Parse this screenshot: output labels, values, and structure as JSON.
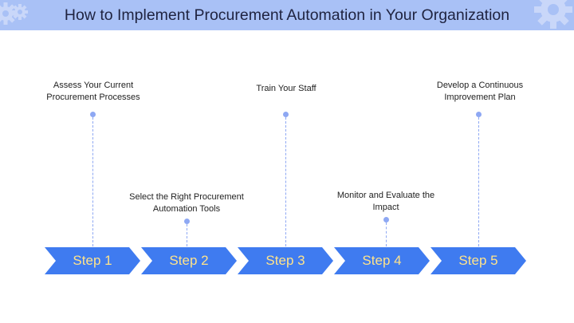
{
  "title": "How to Implement Procurement Automation in Your Organization",
  "steps": [
    {
      "label": "Step 1",
      "description": "Assess Your Current Procurement Processes",
      "lines": [
        "Assess Your Current",
        "Procurement Processes"
      ]
    },
    {
      "label": "Step 2",
      "description": "Select the Right Procurement Automation Tools",
      "lines": [
        "Select the Right Procurement",
        "Automation Tools"
      ]
    },
    {
      "label": "Step 3",
      "description": "Train Your Staff",
      "lines": [
        "Train Your Staff"
      ]
    },
    {
      "label": "Step 4",
      "description": "Monitor and Evaluate the Impact",
      "lines": [
        "Monitor and Evaluate the",
        "Impact"
      ]
    },
    {
      "label": "Step 5",
      "description": "Develop a Continuous Improvement Plan",
      "lines": [
        "Develop a Continuous",
        "Improvement Plan"
      ]
    }
  ],
  "colors": {
    "header": "#a9c1f6",
    "arrow": "#3f7bf0",
    "step_text": "#ffe38a",
    "connector": "#8ea8f3",
    "gear": "#c9d7f9"
  }
}
